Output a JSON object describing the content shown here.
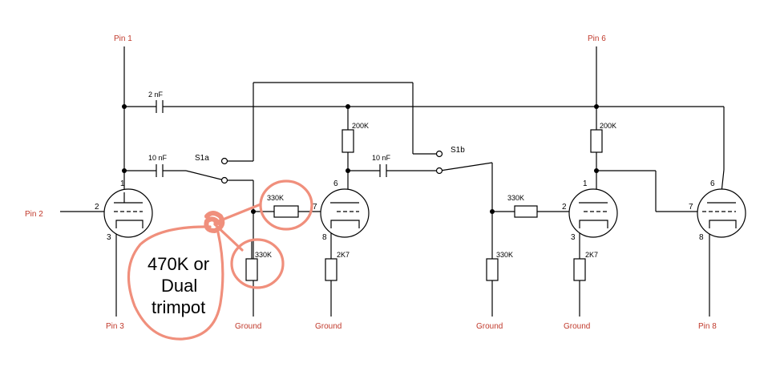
{
  "pins": {
    "pin1": "Pin 1",
    "pin2": "Pin 2",
    "pin3": "Pin 3",
    "pin6": "Pin 6",
    "pin8": "Pin 8",
    "ground": "Ground"
  },
  "components": {
    "cap_2nf": "2 nF",
    "cap_10nf_a": "10 nF",
    "cap_10nf_b": "10 nF",
    "res_200k_a": "200K",
    "res_200k_b": "200K",
    "res_330k_a": "330K",
    "res_330k_b": "330K",
    "res_330k_c": "330K",
    "res_330k_d": "330K",
    "res_2k7_a": "2K7",
    "res_2k7_b": "2K7",
    "switch_a": "S1a",
    "switch_b": "S1b"
  },
  "tube_pins": {
    "t1_plate": "1",
    "t1_grid": "2",
    "t1_cath": "3",
    "t2_plate": "6",
    "t2_grid": "7",
    "t2_cath": "8",
    "t3_plate": "1",
    "t3_grid": "2",
    "t3_cath": "3",
    "t4_plate": "6",
    "t4_grid": "7",
    "t4_cath": "8"
  },
  "annotation": {
    "line1": "470K or",
    "line2": "Dual",
    "line3": "trimpot",
    "color": "#f08f7c"
  },
  "pin_label_color": "#c0392b"
}
